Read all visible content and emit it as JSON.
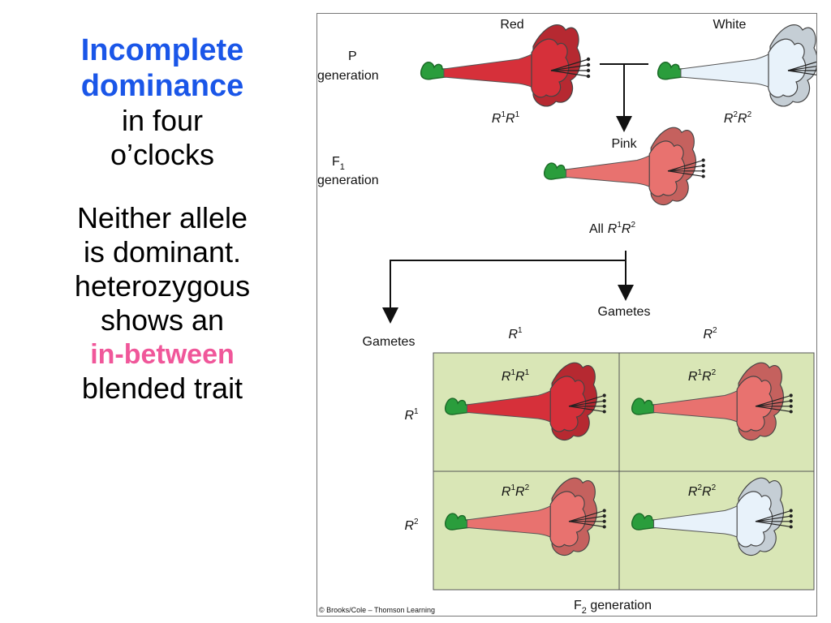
{
  "left": {
    "title_line1": "Incomplete",
    "title_line2": "dominance",
    "subtitle_line1": "in four",
    "subtitle_line2": "o’clocks",
    "body_line1": "Neither allele",
    "body_line2": "is dominant.",
    "body_line3": "heterozygous",
    "body_line4": "shows an",
    "body_accent": "in-between",
    "body_line5": "blended trait"
  },
  "figure": {
    "label_red": "Red",
    "label_white": "White",
    "p_gen_line1": "P",
    "p_gen_line2": "generation",
    "f1_gen_line1": "F",
    "f1_gen_sub": "1",
    "f1_gen_line2": "generation",
    "label_pink": "Pink",
    "red_genotype": [
      "R",
      "1",
      "R",
      "1"
    ],
    "white_genotype": [
      "R",
      "2",
      "R",
      "2"
    ],
    "f1_all": "All",
    "f1_genotype": [
      "R",
      "1",
      "R",
      "2"
    ],
    "gametes_label": "Gametes",
    "gametes_col_label": "Gametes",
    "col_headers": [
      [
        "R",
        "1"
      ],
      [
        "R",
        "2"
      ]
    ],
    "row_headers": [
      [
        "R",
        "1"
      ],
      [
        "R",
        "2"
      ]
    ],
    "cells": [
      [
        [
          "R",
          "1",
          "R",
          "1"
        ],
        [
          "R",
          "1",
          "R",
          "2"
        ]
      ],
      [
        [
          "R",
          "1",
          "R",
          "2"
        ],
        [
          "R",
          "2",
          "R",
          "2"
        ]
      ]
    ],
    "f2_label": "F",
    "f2_sub": "2",
    "f2_label_rest": " generation",
    "copyright": "© Brooks/Cole – Thomson Learning"
  },
  "colors": {
    "title_blue": "#1a56e8",
    "accent_pink": "#f0579a",
    "flower_red": "#d6303a",
    "flower_pink": "#e8726f",
    "flower_white": "#e8f2fa",
    "stem_green": "#2a9d3c",
    "grid_green": "#d9e6b6"
  }
}
